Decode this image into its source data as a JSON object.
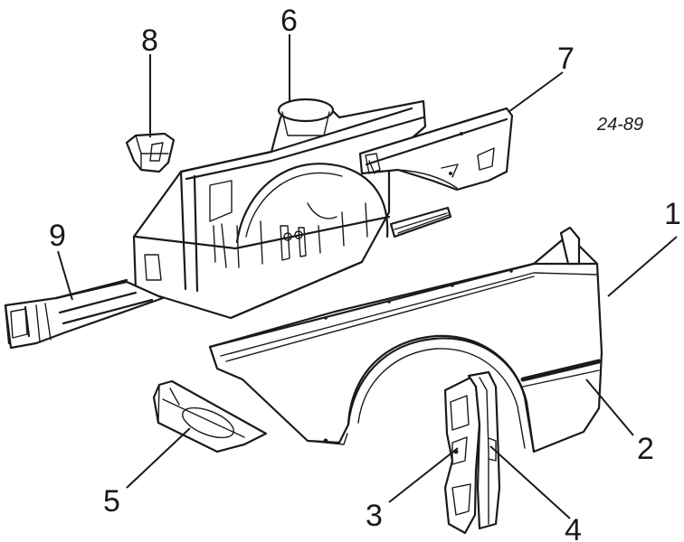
{
  "diagram_code": "24-89",
  "parts": [
    {
      "id": "p1",
      "label": "1"
    },
    {
      "id": "p2",
      "label": "2"
    },
    {
      "id": "p3",
      "label": "3"
    },
    {
      "id": "p4",
      "label": "4"
    },
    {
      "id": "p5",
      "label": "5"
    },
    {
      "id": "p6",
      "label": "6"
    },
    {
      "id": "p7",
      "label": "7"
    },
    {
      "id": "p8",
      "label": "8"
    },
    {
      "id": "p9",
      "label": "9"
    }
  ],
  "colors": {
    "ink": "#1a1a1a",
    "paper": "#ffffff"
  }
}
